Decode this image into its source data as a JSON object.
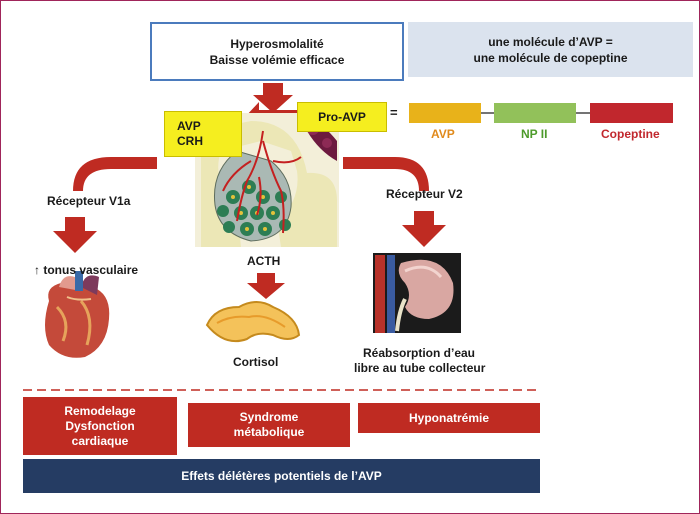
{
  "hyper_box": {
    "line1": "Hyperosmolalité",
    "line2": "Baisse volémie efficace"
  },
  "copeptine_box": {
    "line1": "une molécule d’AVP =",
    "line2": "une molécule de copeptine"
  },
  "avp_crh": {
    "line1": "AVP",
    "line2": "CRH"
  },
  "pro_avp": "Pro-AVP",
  "equals": "=",
  "segments": [
    {
      "label": "AVP",
      "color": "#e8b21a",
      "label_color": "#e08a1c"
    },
    {
      "label": "NP II",
      "color": "#92c15a",
      "label_color": "#4d9b2b"
    },
    {
      "label": "Copeptine",
      "color": "#c1272d",
      "label_color": "#c1272d"
    }
  ],
  "receptor_v1a": "Récepteur V1a",
  "receptor_v2": "Récepteur V2",
  "tonus": "↑ tonus vasculaire",
  "acth": "ACTH",
  "cortisol": "Cortisol",
  "reabsorption": {
    "line1": "Réabsorption d’eau",
    "line2": "libre au tube collecteur"
  },
  "effects": [
    {
      "lines": [
        "Remodelage",
        "Dysfonction",
        "cardiaque"
      ]
    },
    {
      "lines": [
        "Syndrome",
        "métabolique"
      ]
    },
    {
      "lines": [
        "Hyponatrémie"
      ]
    }
  ],
  "effects_bar": "Effets délétères potentiels de l’AVP",
  "colors": {
    "arrow_red": "#bf2b22",
    "navy": "#253c63",
    "yellow": "#f5ee1f",
    "frame": "#a0255a",
    "blue_border": "#4b7bbd"
  }
}
